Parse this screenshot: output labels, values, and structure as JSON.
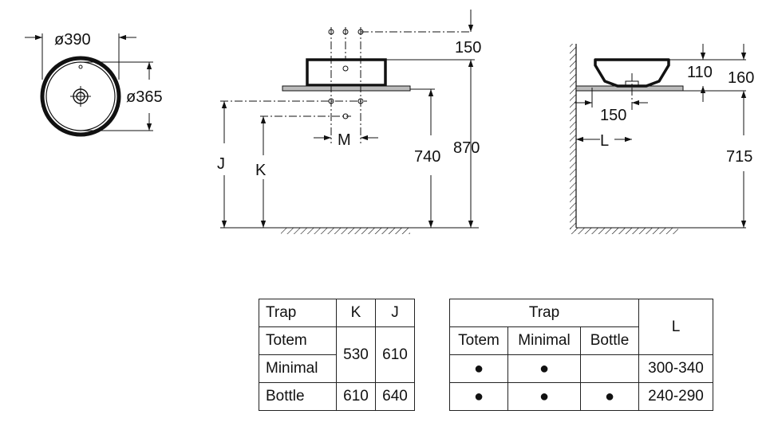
{
  "top_view": {
    "outer_diameter": "ø390",
    "inner_diameter": "ø365"
  },
  "front_view": {
    "dim_150": "150",
    "dim_740": "740",
    "dim_870": "870",
    "label_j": "J",
    "label_k": "K",
    "label_m": "M"
  },
  "side_view": {
    "dim_110": "110",
    "dim_160": "160",
    "dim_150": "150",
    "label_l": "L",
    "dim_715": "715"
  },
  "table_kj": {
    "headers": [
      "Trap",
      "K",
      "J"
    ],
    "rows": [
      {
        "trap": "Totem",
        "k": "530",
        "j": "610"
      },
      {
        "trap": "Minimal"
      },
      {
        "trap": "Bottle",
        "k": "610",
        "j": "640"
      }
    ]
  },
  "table_l": {
    "header_group": "Trap",
    "headers": [
      "Totem",
      "Minimal",
      "Bottle",
      "L"
    ],
    "rows": [
      {
        "totem": "●",
        "minimal": "●",
        "bottle": "",
        "l": "300-340"
      },
      {
        "totem": "●",
        "minimal": "●",
        "bottle": "●",
        "l": "240-290"
      }
    ]
  }
}
